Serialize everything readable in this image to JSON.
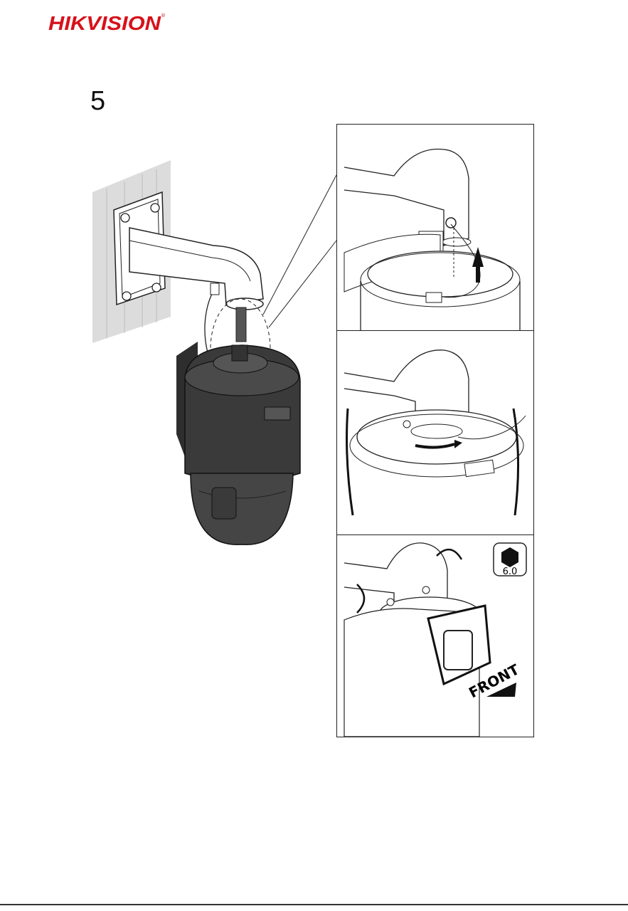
{
  "header": {
    "brand": "HIKVISION"
  },
  "step": {
    "number": "5"
  },
  "detail": {
    "tool": {
      "size": "6.0",
      "icon": "hex-key-icon"
    },
    "front_label": "FRONT"
  },
  "colors": {
    "brand_red": "#d7111b",
    "line": "#222222",
    "dome": "#3a3a3a"
  }
}
